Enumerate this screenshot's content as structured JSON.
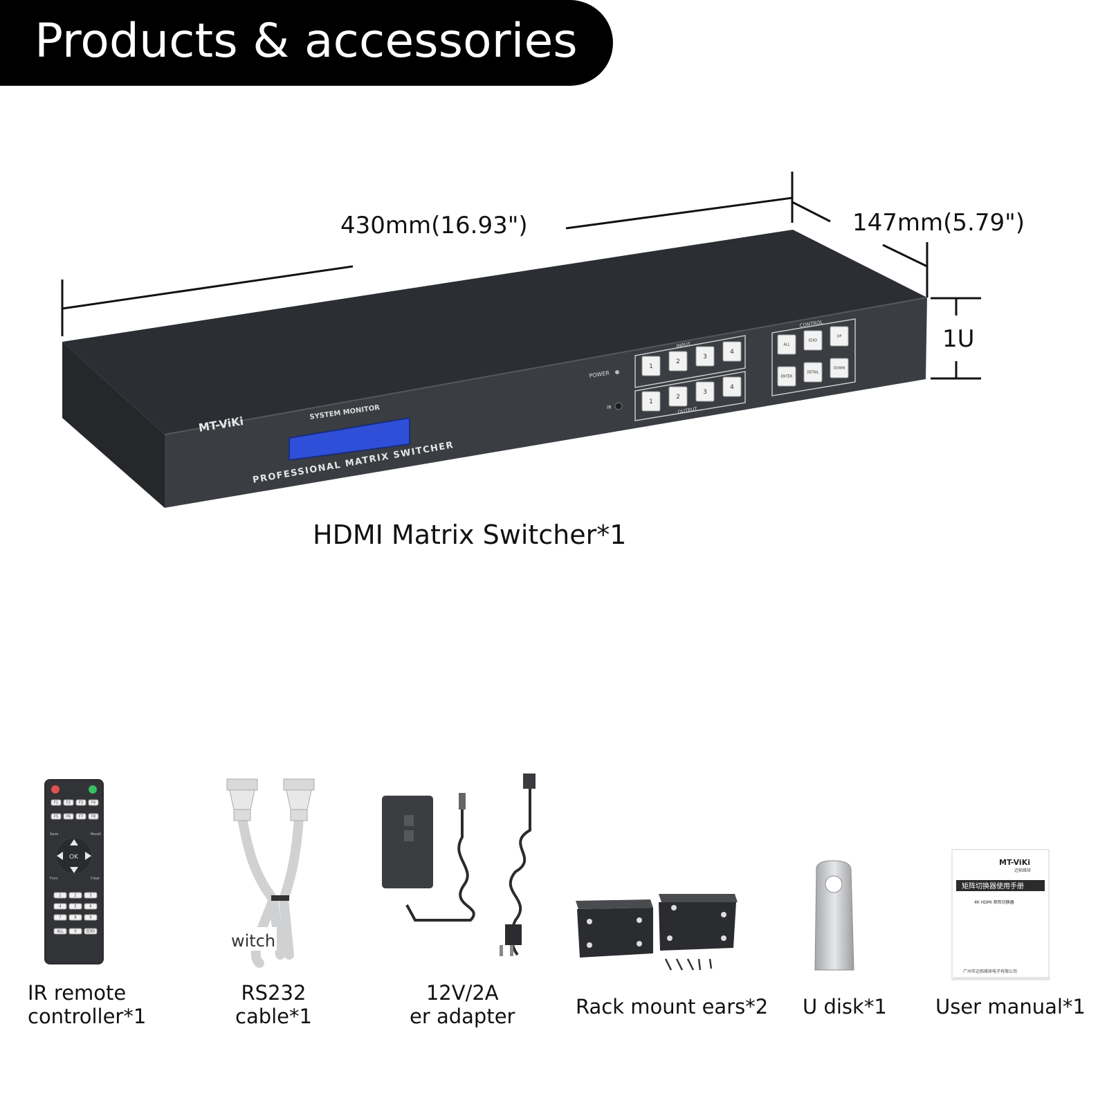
{
  "header": {
    "title": "Products & accessories"
  },
  "dimensions": {
    "length": "430mm(16.93\")",
    "depth": "147mm(5.79\")",
    "height": "1U"
  },
  "device": {
    "brand": "MT-ViKi",
    "lcd_label": "SYSTEM MONITOR",
    "model_text": "PROFESSIONAL MATRIX SWITCHER",
    "power_label": "POWER",
    "ir_label": "IR",
    "input_label": "INPUT",
    "output_label": "OUTPUT",
    "control_label": "CONTROL",
    "input_buttons": [
      "1",
      "2",
      "3",
      "4"
    ],
    "output_buttons": [
      "1",
      "2",
      "3",
      "4"
    ],
    "control_buttons": [
      "ALL",
      "EDID",
      "UP",
      "ENTER",
      "DETAIL",
      "DOWN"
    ],
    "caption": "HDMI Matrix Switcher*1",
    "lcd_color": "#2f4fd8"
  },
  "remote": {
    "function_keys": [
      "F1",
      "F2",
      "F3",
      "F4",
      "F5",
      "F6",
      "F7",
      "F8"
    ],
    "side_left_top": "Save",
    "side_right_top": "Recall",
    "ok": "OK",
    "side_left_bottom": "Func",
    "side_right_bottom": "Clear",
    "numbers": [
      "1",
      "2",
      "3",
      "4",
      "5",
      "6",
      "7",
      "8",
      "9"
    ],
    "bottom_keys": [
      "ALL",
      "0",
      "EDID"
    ]
  },
  "rs232_label_fragment": "witch",
  "manual": {
    "brand": "MT-ViKi",
    "brand_sub": "迈拓维矩",
    "title_cn": "矩阵切换器使用手册",
    "subtitle": "4K HDMI 矩阵切换器",
    "footer_cn": "广州市迈拓维矩电子有限公司"
  },
  "accessories": [
    {
      "line1": "IR remote",
      "line2": "controller*1"
    },
    {
      "line1": "RS232",
      "line2": "cable*1"
    },
    {
      "line1": "12V/2A",
      "line2": "er adapter"
    },
    {
      "line1": "Rack mount ears*2"
    },
    {
      "line1": "U disk*1"
    },
    {
      "line1": "User manual*1"
    }
  ]
}
